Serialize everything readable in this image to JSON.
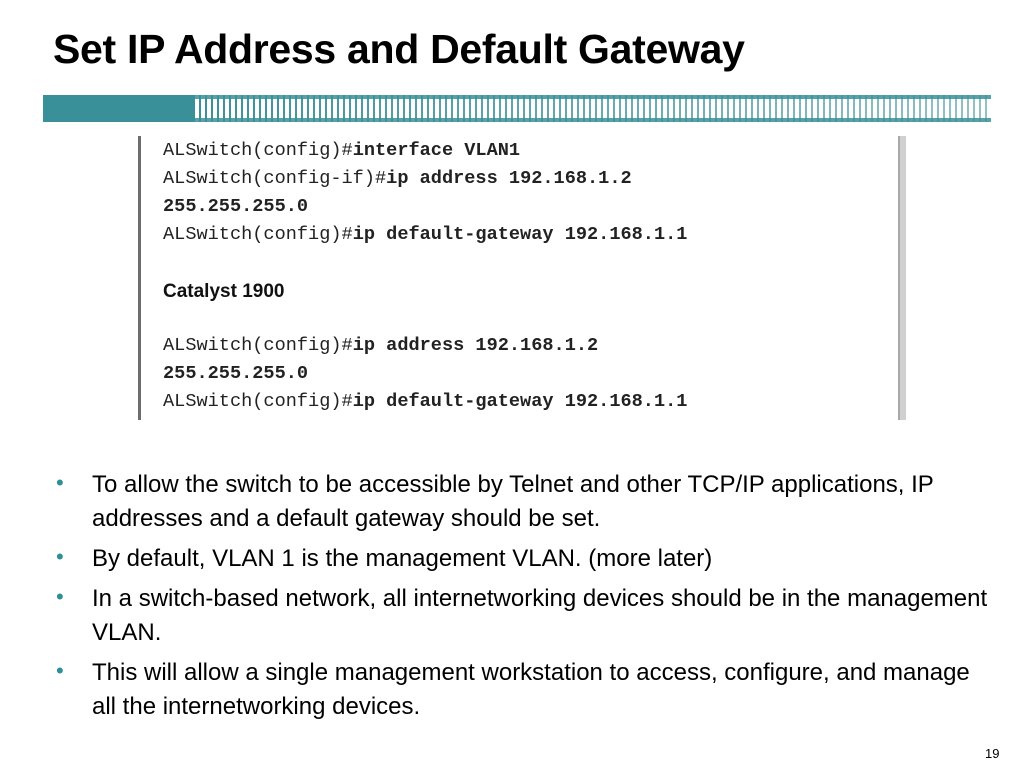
{
  "slide": {
    "title": "Set IP Address and Default Gateway",
    "page_number": "19"
  },
  "code_block": {
    "lines": [
      {
        "prompt": "ALSwitch(config)#",
        "cmd": "interface VLAN1"
      },
      {
        "prompt": "ALSwitch(config-if)#",
        "cmd": "ip address 192.168.1.2"
      },
      {
        "prompt": "",
        "cmd": "255.255.255.0"
      },
      {
        "prompt": "ALSwitch(config)#",
        "cmd": "ip default-gateway 192.168.1.1"
      }
    ],
    "heading": "Catalyst 1900",
    "lines2": [
      {
        "prompt": "ALSwitch(config)#",
        "cmd": "ip address 192.168.1.2"
      },
      {
        "prompt": "",
        "cmd": "255.255.255.0"
      },
      {
        "prompt": "ALSwitch(config)#",
        "cmd": "ip default-gateway 192.168.1.1"
      }
    ]
  },
  "bullets": [
    {
      "symbol": "•",
      "text": "To allow the switch to be accessible by Telnet and other TCP/IP applications, IP addresses and a default gateway should be set."
    },
    {
      "symbol": "•",
      "text": "By default, VLAN 1 is the management VLAN. (more later)"
    },
    {
      "symbol": "•",
      "text": "In a switch-based network, all internetworking devices should be in the management VLAN."
    },
    {
      "symbol": "•",
      "text": "This will allow a single management workstation to access, configure, and manage all the internetworking devices."
    }
  ],
  "colors": {
    "accent": "#3a9098",
    "bullet": "#2e8f96"
  }
}
